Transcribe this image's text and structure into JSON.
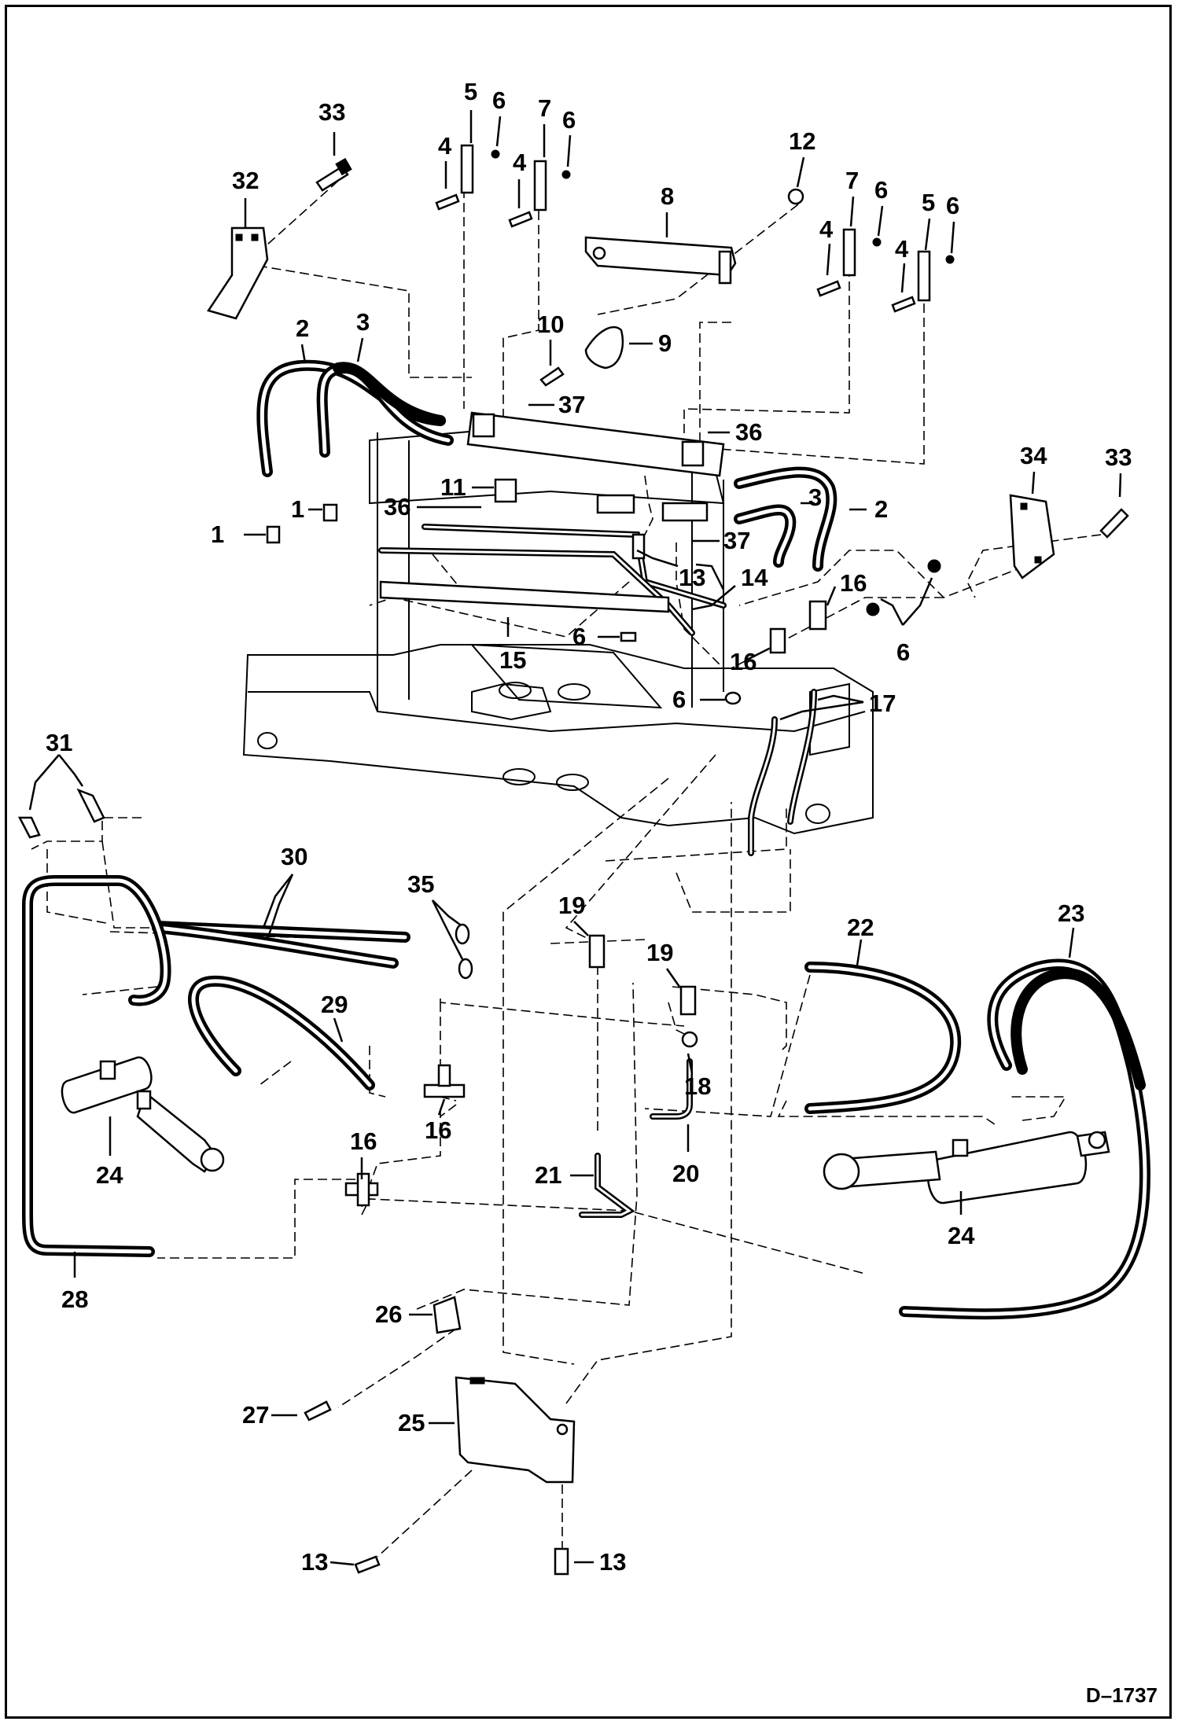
{
  "drawing_id": "D–1737",
  "callouts": [
    {
      "id": "c33a",
      "text": "33"
    },
    {
      "id": "c32",
      "text": "32"
    },
    {
      "id": "c5a",
      "text": "5"
    },
    {
      "id": "c6a",
      "text": "6"
    },
    {
      "id": "c4a",
      "text": "4"
    },
    {
      "id": "c7a",
      "text": "7"
    },
    {
      "id": "c6b",
      "text": "6"
    },
    {
      "id": "c4b",
      "text": "4"
    },
    {
      "id": "c12",
      "text": "12"
    },
    {
      "id": "c8",
      "text": "8"
    },
    {
      "id": "c7b",
      "text": "7"
    },
    {
      "id": "c6c",
      "text": "6"
    },
    {
      "id": "c5b",
      "text": "5"
    },
    {
      "id": "c6d",
      "text": "6"
    },
    {
      "id": "c4c",
      "text": "4"
    },
    {
      "id": "c4d",
      "text": "4"
    },
    {
      "id": "c2a",
      "text": "2"
    },
    {
      "id": "c3a",
      "text": "3"
    },
    {
      "id": "c10",
      "text": "10"
    },
    {
      "id": "c9",
      "text": "9"
    },
    {
      "id": "c37a",
      "text": "37"
    },
    {
      "id": "c36a",
      "text": "36"
    },
    {
      "id": "c34",
      "text": "34"
    },
    {
      "id": "c33b",
      "text": "33"
    },
    {
      "id": "c11",
      "text": "11"
    },
    {
      "id": "c1a",
      "text": "1"
    },
    {
      "id": "c36b",
      "text": "36"
    },
    {
      "id": "c1b",
      "text": "1"
    },
    {
      "id": "c3b",
      "text": "3"
    },
    {
      "id": "c2b",
      "text": "2"
    },
    {
      "id": "c37b",
      "text": "37"
    },
    {
      "id": "c13a",
      "text": "13"
    },
    {
      "id": "c14",
      "text": "14"
    },
    {
      "id": "c16a",
      "text": "16"
    },
    {
      "id": "c6e",
      "text": "6"
    },
    {
      "id": "c15",
      "text": "15"
    },
    {
      "id": "c16b",
      "text": "16"
    },
    {
      "id": "c6f",
      "text": "6"
    },
    {
      "id": "c6g",
      "text": "6"
    },
    {
      "id": "c17",
      "text": "17"
    },
    {
      "id": "c31",
      "text": "31"
    },
    {
      "id": "c30",
      "text": "30"
    },
    {
      "id": "c35",
      "text": "35"
    },
    {
      "id": "c19a",
      "text": "19"
    },
    {
      "id": "c19b",
      "text": "19"
    },
    {
      "id": "c22",
      "text": "22"
    },
    {
      "id": "c23",
      "text": "23"
    },
    {
      "id": "c29",
      "text": "29"
    },
    {
      "id": "c18",
      "text": "18"
    },
    {
      "id": "c16c",
      "text": "16"
    },
    {
      "id": "c24a",
      "text": "24"
    },
    {
      "id": "c16d",
      "text": "16"
    },
    {
      "id": "c21",
      "text": "21"
    },
    {
      "id": "c20",
      "text": "20"
    },
    {
      "id": "c24b",
      "text": "24"
    },
    {
      "id": "c28",
      "text": "28"
    },
    {
      "id": "c26",
      "text": "26"
    },
    {
      "id": "c27",
      "text": "27"
    },
    {
      "id": "c25",
      "text": "25"
    },
    {
      "id": "c13b",
      "text": "13"
    },
    {
      "id": "c13c",
      "text": "13"
    }
  ]
}
